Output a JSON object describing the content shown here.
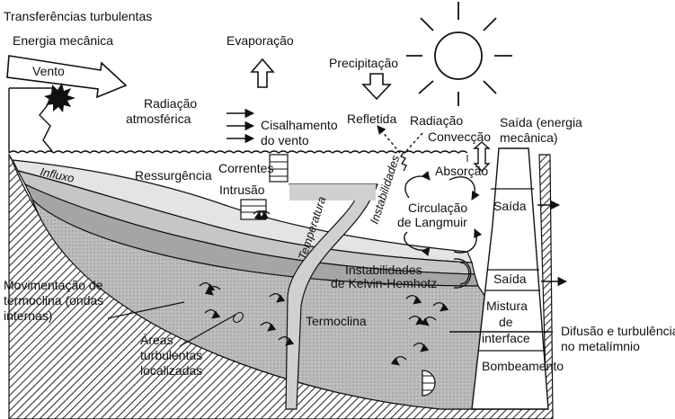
{
  "labels": {
    "transferencias": "Transferências turbulentas",
    "energia_mecanica": "Energia mecânica",
    "vento": "Vento",
    "evaporacao": "Evaporação",
    "precipitacao": "Precipitação",
    "radiacao_atm_1": "Radiação",
    "radiacao_atm_2": "atmosférica",
    "cisalhamento_1": "Cisalhamento",
    "cisalhamento_2": "do vento",
    "refletida": "Refletida",
    "radiacao": "Radiação",
    "conveccao": "Convecção",
    "saida_energia_1": "Saída (energia",
    "saida_energia_2": "mecânica)",
    "influxo": "Influxo",
    "ressurgencia": "Ressurgência",
    "correntes": "Correntes",
    "intrusao": "Intrusão",
    "temperatura": "Temperatura",
    "instabilidades": "Instabilidades",
    "absorcao": "Absorção",
    "circulacao_1": "Circulação",
    "circulacao_2": "de Langmuir",
    "saida_1": "Saída",
    "saida_2": "Saída",
    "kelvin_1": "Instabilidades",
    "kelvin_2": "de Kelvin-Hemhotz",
    "movimentacao_1": "Movimentação de",
    "movimentacao_2": "termoclina (ondas",
    "movimentacao_3": "internas)",
    "termoclina": "Termoclina",
    "mistura_1": "Mistura",
    "mistura_2": "de",
    "mistura_3": "interface",
    "difusao_1": "Difusão e turbulência",
    "difusao_2": "no metalímnio",
    "areas_1": "Áreas",
    "areas_2": "turbulentas",
    "areas_3": "localizadas",
    "bombeamento": "Bombeamento"
  },
  "icons": [
    "sun-icon",
    "splash-icon",
    "arrow-up-icon",
    "arrow-down-icon",
    "eddy-icon"
  ],
  "colors": {
    "ink": "#111111",
    "layer_light": "#dcdcdc",
    "layer_mid": "#b8b8b8",
    "layer_dark": "#8f8f8f",
    "deep_water": "#c9c9c9",
    "sediment": "#555555"
  }
}
